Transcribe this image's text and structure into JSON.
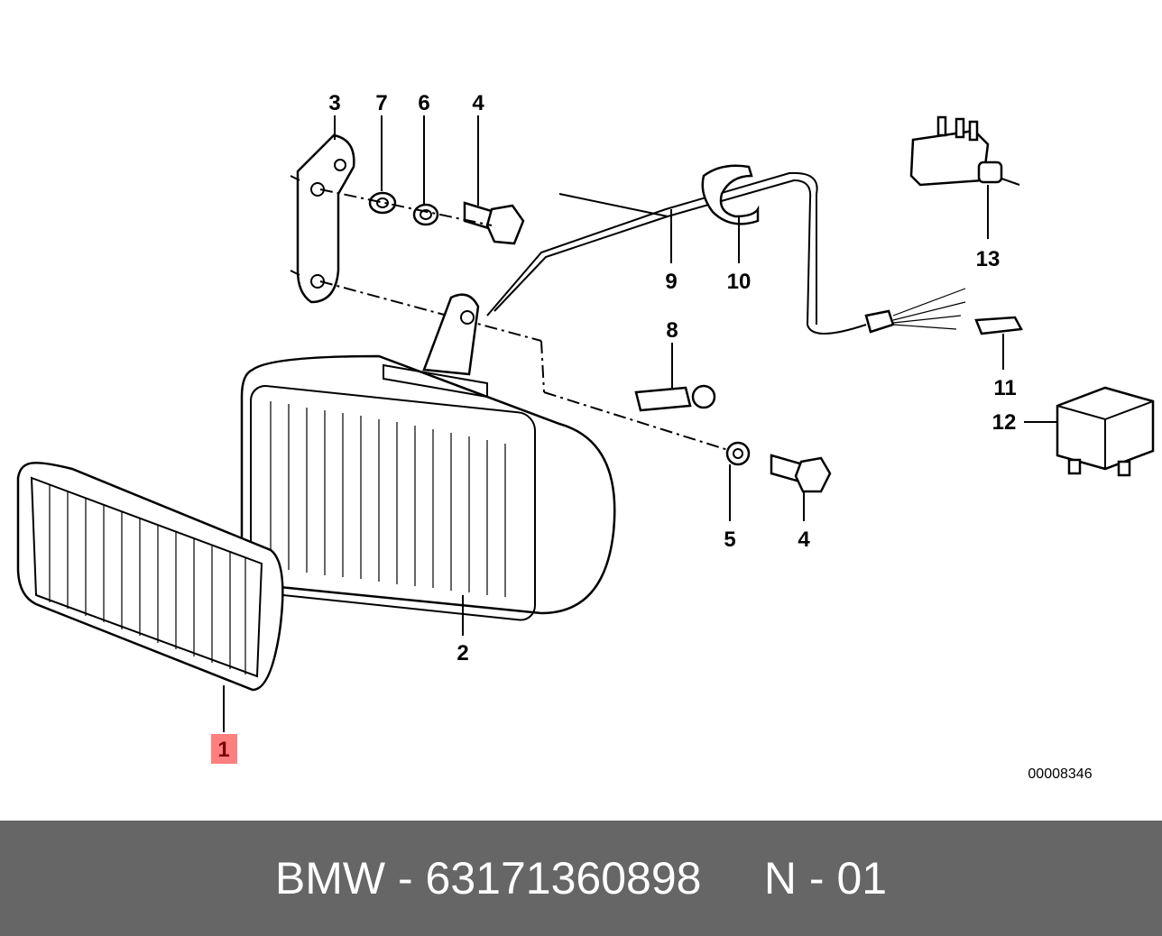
{
  "diagram": {
    "number": "00008346",
    "highlight_color": "#ff7f7f",
    "callouts": {
      "c1": "1",
      "c2": "2",
      "c3": "3",
      "c4a": "4",
      "c4b": "4",
      "c5": "5",
      "c6": "6",
      "c7": "7",
      "c8": "8",
      "c9": "9",
      "c10": "10",
      "c11": "11",
      "c12": "12",
      "c13": "13"
    },
    "highlighted_callout": "1"
  },
  "footer": {
    "brand": "BMW",
    "separator": " - ",
    "part_number": "63171360898",
    "gap": "     ",
    "section": "N - 01"
  }
}
